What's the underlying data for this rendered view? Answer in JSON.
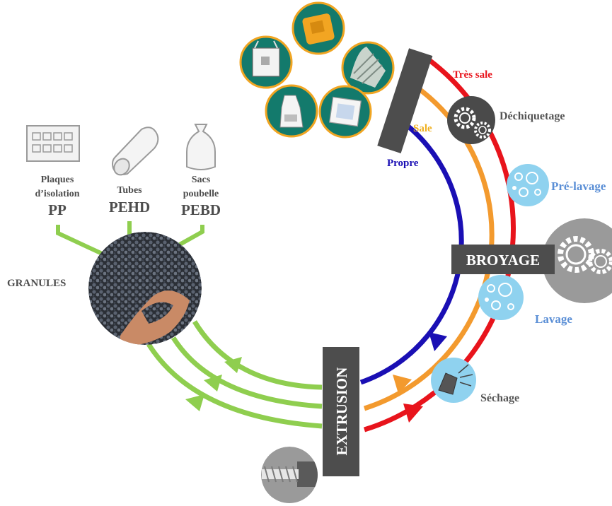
{
  "labels": {
    "tres_sale": "Très sale",
    "sale": "Sale",
    "propre": "Propre",
    "dechiquetage": "Déchiquetage",
    "pre_lavage": "Pré-lavage",
    "broyage": "BROYAGE",
    "lavage": "Lavage",
    "sechage": "Séchage",
    "extrusion": "EXTRUSION",
    "granules": "GRANULES"
  },
  "products": [
    {
      "line1": "Plaques",
      "line2": "d’isolation",
      "material": "PP",
      "icon": "insulation-panel-icon"
    },
    {
      "line1": "Tubes",
      "line2": "",
      "material": "PEHD",
      "icon": "tube-icon"
    },
    {
      "line1": "Sacs",
      "line2": "poubelle",
      "material": "PEBD",
      "icon": "trash-bag-icon"
    }
  ],
  "colors": {
    "tres_sale": "#e8141c",
    "sale": "#f39a2e",
    "propre": "#1a0fb4",
    "output": "#8fce4f",
    "dark_box": "#4d4d4d",
    "icon_gray": "#9a9a9a",
    "water_blue": "#8fd2ef",
    "label_blue": "#5b8fd6",
    "label_gray": "#555555",
    "input_teal": "#137a6c",
    "input_ring": "#f0a522"
  },
  "inputs": [
    "big-bag-icon",
    "jerrycan-icon",
    "greenhouse-film-icon",
    "bottle-bag-icon",
    "film-package-icon"
  ]
}
